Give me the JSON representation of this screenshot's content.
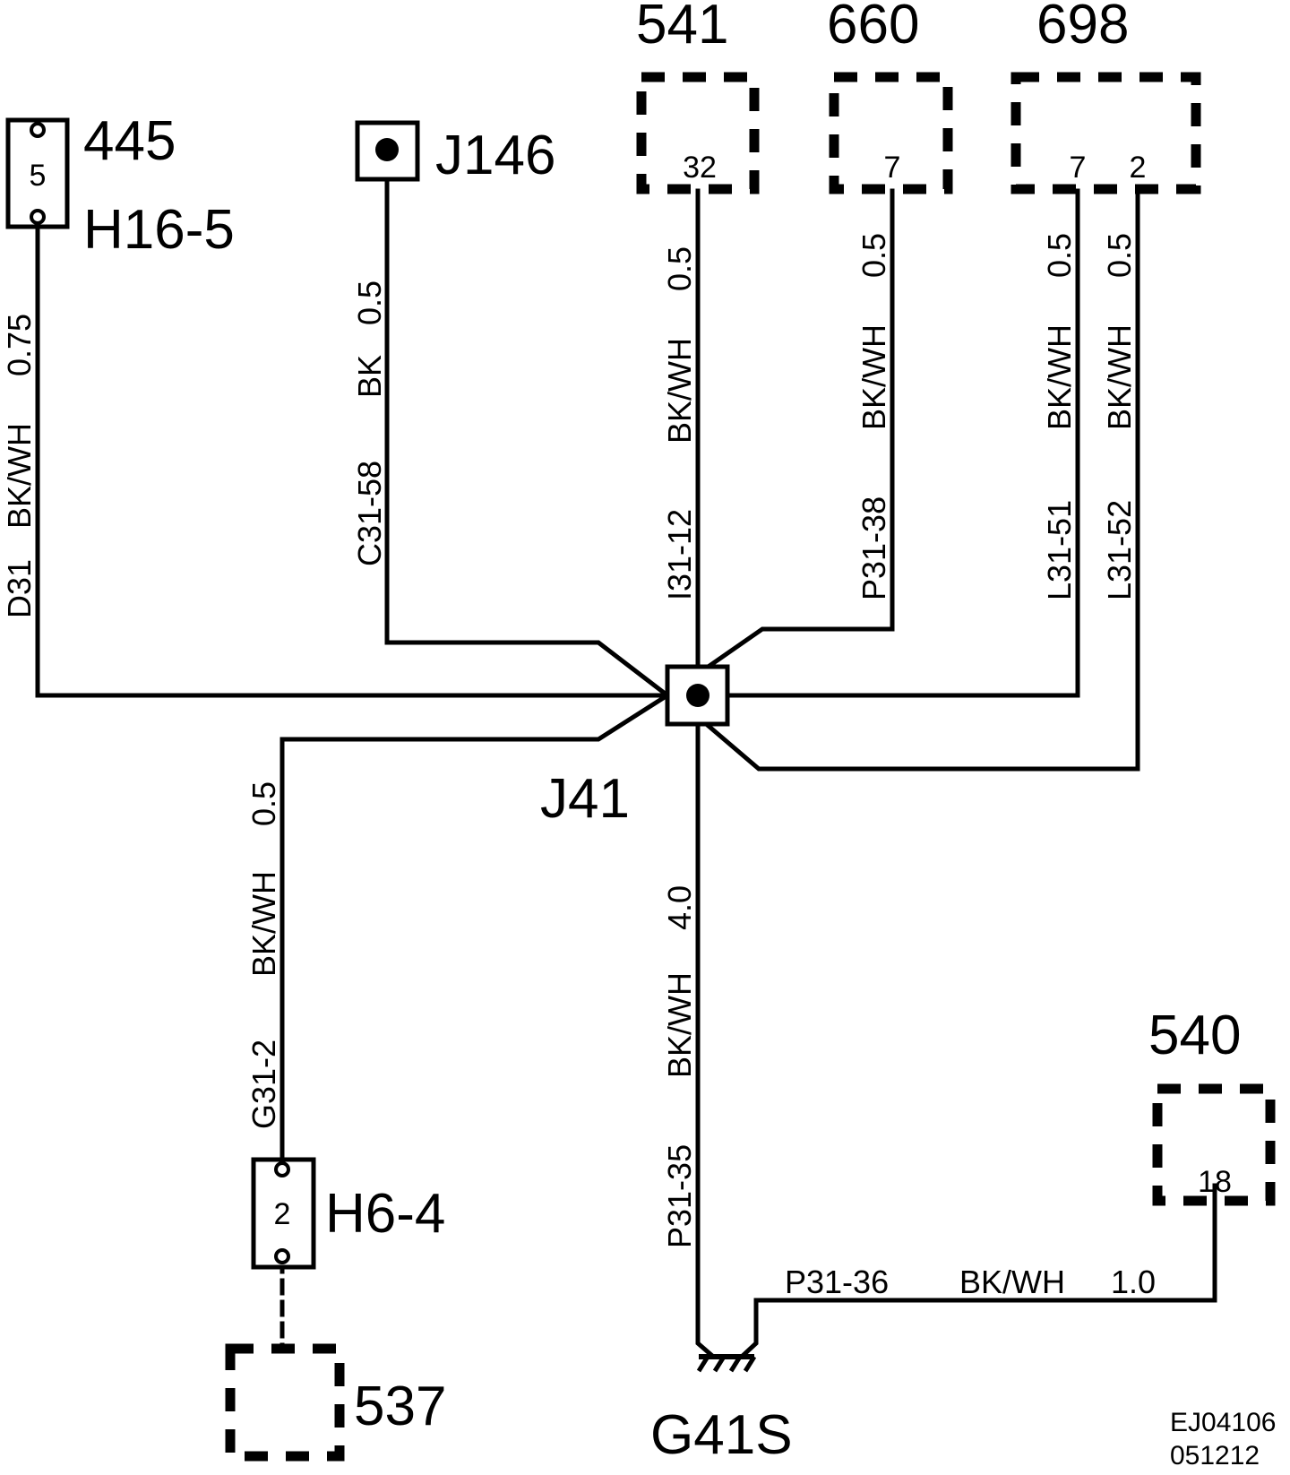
{
  "connectors": {
    "c541": {
      "name": "541",
      "pin": "32"
    },
    "c660": {
      "name": "660",
      "pin": "7"
    },
    "c698": {
      "name": "698",
      "pin_a": "7",
      "pin_b": "2"
    },
    "c445": {
      "name": "445",
      "sub": "H16-5",
      "pin": "5"
    },
    "j146": {
      "name": "J146"
    },
    "h64": {
      "name": "H6-4",
      "pin": "2"
    },
    "c537": {
      "name": "537"
    },
    "c540": {
      "name": "540",
      "pin": "18"
    }
  },
  "splice": {
    "name": "J41"
  },
  "ground": {
    "name": "G41S"
  },
  "wires": {
    "d31": {
      "code": "D31",
      "color": "BK/WH",
      "size": "0.75"
    },
    "c3158": {
      "code": "C31-58",
      "color": "BK",
      "size": "0.5"
    },
    "i3112": {
      "code": "I31-12",
      "color": "BK/WH",
      "size": "0.5"
    },
    "p3138": {
      "code": "P31-38",
      "color": "BK/WH",
      "size": "0.5"
    },
    "l3151": {
      "code": "L31-51",
      "color": "BK/WH",
      "size": "0.5"
    },
    "l3152": {
      "code": "L31-52",
      "color": "BK/WH",
      "size": "0.5"
    },
    "g312": {
      "code": "G31-2",
      "color": "BK/WH",
      "size": "0.5"
    },
    "p3135": {
      "code": "P31-35",
      "color": "BK/WH",
      "size": "4.0"
    },
    "p3136": {
      "code": "P31-36",
      "color": "BK/WH",
      "size": "1.0"
    }
  },
  "reference": {
    "line1": "EJ04106",
    "line2": "051212"
  }
}
